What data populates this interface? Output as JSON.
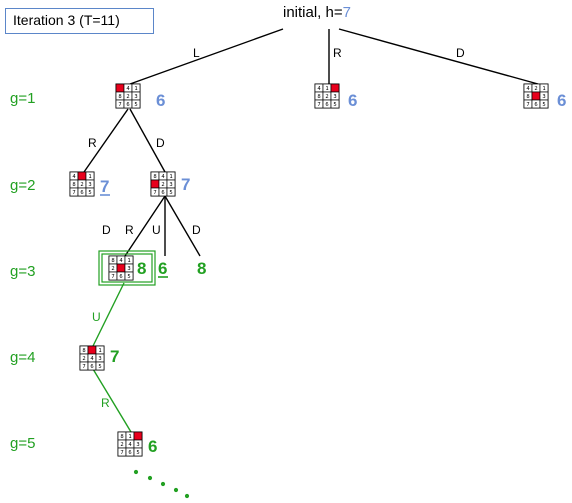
{
  "title_box": {
    "label": "Iteration 3 (T=11)",
    "border_color": "#5b86c9"
  },
  "root": {
    "label": "initial, h=",
    "h": "7"
  },
  "g_labels": [
    "g=1",
    "g=2",
    "g=3",
    "g=4",
    "g=5"
  ],
  "move_labels": {
    "root_left": "L",
    "root_mid": "R",
    "root_right": "D",
    "n1_left": "R",
    "n1_right": "D",
    "n5_d1": "D",
    "n5_r": "R",
    "n5_u": "U",
    "n5_d2": "D",
    "n6_u": "U",
    "n9_r": "R"
  },
  "nodes": [
    {
      "id": "n1",
      "tiles": [
        "",
        "4",
        "1",
        "8",
        "2",
        "3",
        "7",
        "6",
        "5"
      ],
      "blank": 0,
      "value": "6",
      "value_color": "#6b8fd6"
    },
    {
      "id": "n2",
      "tiles": [
        "4",
        "1",
        "",
        "8",
        "2",
        "3",
        "7",
        "6",
        "5"
      ],
      "blank": 2,
      "value": "6",
      "value_color": "#6b8fd6"
    },
    {
      "id": "n3",
      "tiles": [
        "4",
        "2",
        "1",
        "8",
        "",
        "3",
        "7",
        "6",
        "5"
      ],
      "blank": 4,
      "value": "6",
      "value_color": "#6b8fd6"
    },
    {
      "id": "n4",
      "tiles": [
        "4",
        "",
        "1",
        "8",
        "2",
        "3",
        "7",
        "6",
        "5"
      ],
      "blank": 1,
      "value": "7",
      "value_color": "#6b8fd6",
      "underline": true
    },
    {
      "id": "n5",
      "tiles": [
        "8",
        "4",
        "1",
        "",
        "2",
        "3",
        "7",
        "6",
        "5"
      ],
      "blank": 3,
      "value": "7",
      "value_color": "#6b8fd6"
    },
    {
      "id": "n6",
      "tiles": [
        "8",
        "4",
        "1",
        "2",
        "",
        "3",
        "7",
        "6",
        "5"
      ],
      "blank": 4,
      "value": "8",
      "value_color": "#22a022",
      "selected": true
    },
    {
      "id": "n7",
      "value": "6",
      "value_color": "#22a022",
      "underline": true
    },
    {
      "id": "n8",
      "value": "8",
      "value_color": "#22a022"
    },
    {
      "id": "n9",
      "tiles": [
        "8",
        "",
        "1",
        "2",
        "4",
        "3",
        "7",
        "6",
        "5"
      ],
      "blank": 1,
      "value": "7",
      "value_color": "#22a022"
    },
    {
      "id": "n10",
      "tiles": [
        "8",
        "1",
        "",
        "2",
        "4",
        "3",
        "7",
        "6",
        "5"
      ],
      "blank": 2,
      "value": "6",
      "value_color": "#22a022"
    }
  ],
  "colors": {
    "black_edge": "#000000",
    "green": "#22a022",
    "blue": "#6b8fd6",
    "blank_tile": "#e8001c"
  }
}
